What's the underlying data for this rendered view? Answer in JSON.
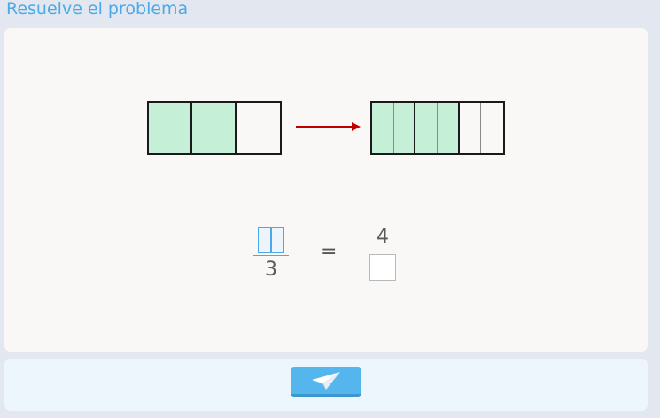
{
  "header": {
    "title": "Resuelve el problema"
  },
  "model": {
    "left_bar": {
      "parts": 3,
      "shaded": 2
    },
    "right_bar": {
      "parts": 6,
      "shaded": 4
    }
  },
  "equation": {
    "left_fraction": {
      "numerator": "",
      "denominator": "3"
    },
    "equals": "=",
    "right_fraction": {
      "numerator": "4",
      "denominator": ""
    }
  },
  "footer": {
    "send_icon": "paper-plane-icon"
  },
  "colors": {
    "title": "#4aa9e9",
    "shaded": "#c6efd8",
    "arrow": "#c00000",
    "button": "#55b6ee"
  }
}
